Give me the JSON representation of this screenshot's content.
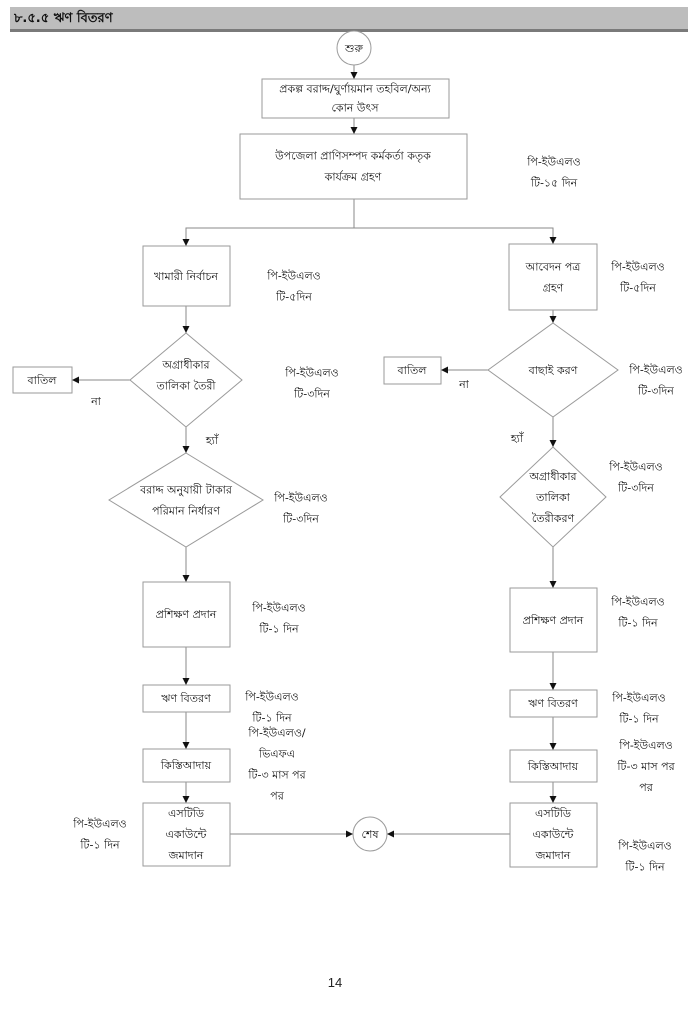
{
  "section_title": "৮.৫.৫ ঋণ বিতরণ",
  "page_number": "14",
  "colors": {
    "header_bg": "#bdbdbd",
    "header_rule": "#7a7a7a",
    "shape_stroke": "#9a9a9a",
    "connector": "#8a8a8a"
  },
  "flow": {
    "start": "শুরু",
    "end": "শেষ",
    "source_box": [
      "প্রকল্প বরাদ্দ/ঘুর্ণায়মান তহবিল/অন্য",
      "কোন উৎস"
    ],
    "uplo_box": [
      "উপজেলা প্রাণিসম্পদ কর্মকর্তা কতৃক",
      "কার্যক্রম গ্রহণ"
    ],
    "uplo_note": [
      "পি-ইউএলও",
      "টি-১৫ দিন"
    ],
    "left": {
      "select_farmer": {
        "text": [
          "খামারী নির্বাচন"
        ],
        "note": [
          "পি-ইউএলও",
          "টি-৫দিন"
        ]
      },
      "priority_list": {
        "text": [
          "অগ্রাধীকার",
          "তালিকা তৈরী"
        ],
        "note": [
          "পি-ইউএলও",
          "টি-৩দিন"
        ]
      },
      "reject": "বাতিল",
      "no_label": "না",
      "yes_label": "হ্যাঁ",
      "amount": {
        "text": [
          "বরাদ্দ অনুযায়ী টাকার",
          "পরিমান নির্ধারণ"
        ],
        "note": [
          "পি-ইউএলও",
          "টি-৩দিন"
        ]
      },
      "training": {
        "text": [
          "প্রশিক্ষণ প্রদান"
        ],
        "note": [
          "পি-ইউএলও",
          "টি-১ দিন"
        ]
      },
      "loan": {
        "text": [
          "ঋণ বিতরণ"
        ],
        "note": [
          "পি-ইউএলও",
          "টি-১ দিন"
        ]
      },
      "installment": {
        "text": [
          "কিস্তিআদায়"
        ],
        "note": [
          "পি-ইউএলও/",
          "ভিএফএ",
          "টি-৩ মাস পর",
          "পর"
        ]
      },
      "std": {
        "text": [
          "এসটিডি",
          "একাউন্টে",
          "জমাদান"
        ],
        "note": [
          "পি-ইউএলও",
          "টি-১ দিন"
        ]
      }
    },
    "right": {
      "application": {
        "text": [
          "আবেদন পত্র",
          "গ্রহণ"
        ],
        "note": [
          "পি-ইউএলও",
          "টি-৫দিন"
        ]
      },
      "screening": {
        "text": [
          "বাছাই করণ"
        ],
        "note": [
          "পি-ইউএলও",
          "টি-৩দিন"
        ]
      },
      "reject": "বাতিল",
      "no_label": "না",
      "yes_label": "হ্যাঁ",
      "priority_list": {
        "text": [
          "অগ্রাধীকার",
          "তালিকা",
          "তৈরীকরণ"
        ],
        "note": [
          "পি-ইউএলও",
          "টি-৩দিন"
        ]
      },
      "training": {
        "text": [
          "প্রশিক্ষণ প্রদান"
        ],
        "note": [
          "পি-ইউএলও",
          "টি-১ দিন"
        ]
      },
      "loan": {
        "text": [
          "ঋণ বিতরণ"
        ],
        "note": [
          "পি-ইউএলও",
          "টি-১ দিন"
        ]
      },
      "installment": {
        "text": [
          "কিস্তিআদায়"
        ],
        "note": [
          "পি-ইউএলও",
          "টি-৩ মাস পর",
          "পর"
        ]
      },
      "std": {
        "text": [
          "এসটিডি",
          "একাউন্টে",
          "জমাদান"
        ],
        "note": [
          "পি-ইউএলও",
          "টি-১ দিন"
        ]
      }
    }
  }
}
